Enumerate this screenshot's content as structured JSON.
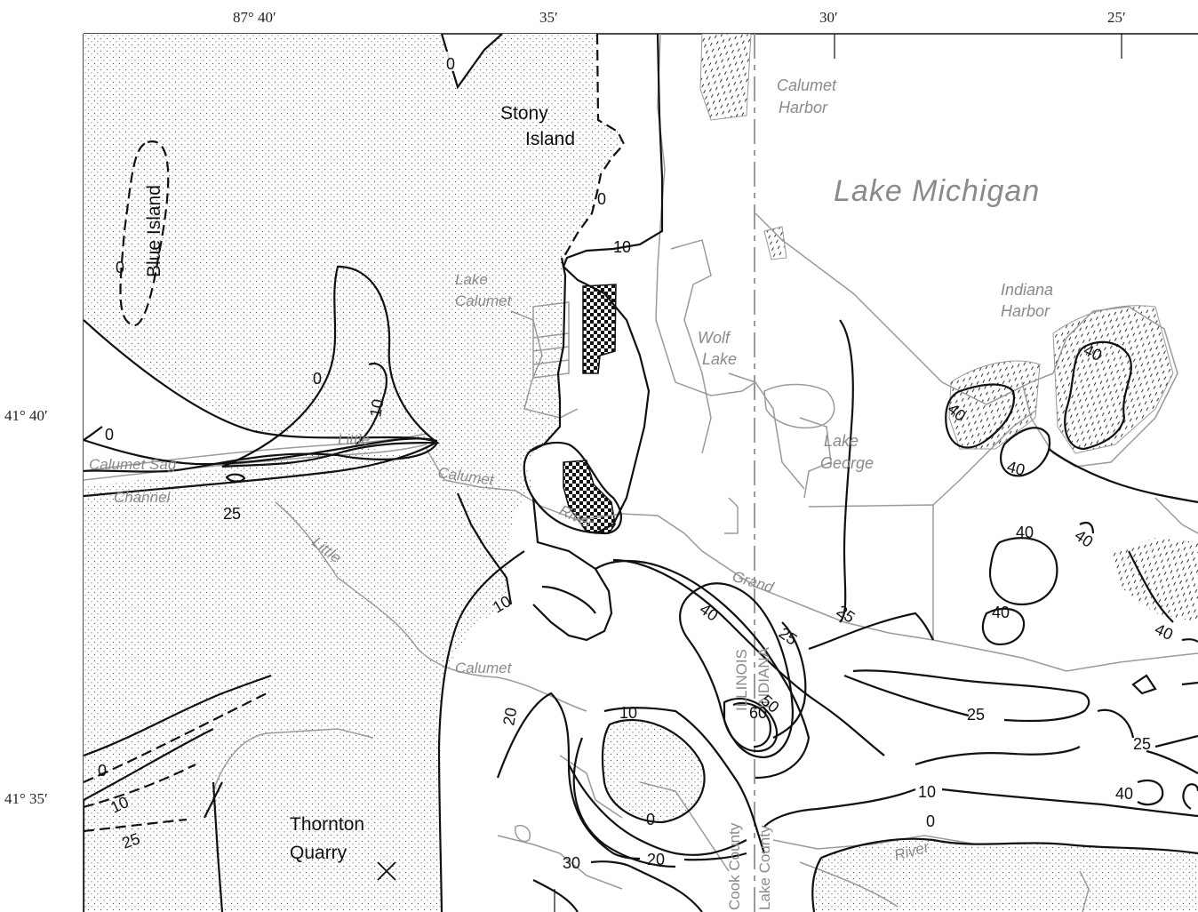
{
  "axes": {
    "top_ticks": [
      "87° 40′",
      "35′",
      "30′",
      "25′"
    ],
    "left_ticks": [
      "41° 40′",
      "41° 35′"
    ]
  },
  "places": {
    "stony_island": [
      "Stony",
      "Island"
    ],
    "blue_island": "Blue Island",
    "thornton_quarry": [
      "Thornton",
      "Quarry"
    ]
  },
  "water": {
    "lake_michigan": "Lake Michigan",
    "calumet_harbor": [
      "Calumet",
      "Harbor"
    ],
    "indiana_harbor": [
      "Indiana",
      "Harbor"
    ],
    "lake_calumet": [
      "Lake",
      "Calumet"
    ],
    "wolf_lake": [
      "Wolf",
      "Lake"
    ],
    "lake_george": [
      "Lake",
      "George"
    ],
    "little_1": "Little",
    "little_2": "Little",
    "calumet_sag": "Calumet Sag",
    "channel": "Channel",
    "calumet_1": "Calumet",
    "calumet_2": "Calumet",
    "river_1": "River",
    "river_2": "River",
    "grand": "Grand"
  },
  "boundaries": {
    "illinois": "ILLINOIS",
    "indiana": "INDIANA",
    "cook_county": "Cook County",
    "lake_county": "Lake County"
  },
  "contour_labels": {
    "c0_top": "0",
    "c0_stony": "0",
    "c0_blue": "0",
    "c0_west": "0",
    "c0_left": "0",
    "c0_south_west": "0",
    "c0_south_mid": "0",
    "c0_south_east": "0",
    "c10_stony": "10",
    "c10_west": "10",
    "c10_mid": "10",
    "c10_south_west": "10",
    "c10_south_mid": "10",
    "c10_south_east": "10",
    "c25_sag": "25",
    "c25_south_west": "25",
    "c25_center": "25",
    "c25_east": "25",
    "c25_south_east": "25",
    "c25_far_east": "25",
    "c20_south": "20",
    "c20_south_b": "20",
    "c30_south": "30",
    "c40_center": "40",
    "c40_harbor_1": "40",
    "c40_harbor_2": "40",
    "c40_harbor_3": "40",
    "c40_east_1": "40",
    "c40_east_2": "40",
    "c40_east_3": "40",
    "c40_east_4": "40",
    "c40_far_east": "40",
    "c50": "50",
    "c60": "60"
  },
  "colors": {
    "contour": "#111111",
    "shoreline": "#9a9a9a",
    "label_gray": "#8a8a8a",
    "stipple": "#555555"
  }
}
